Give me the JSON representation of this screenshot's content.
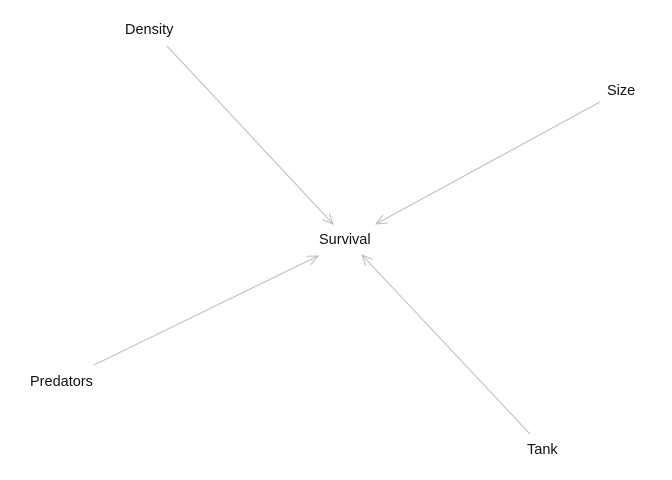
{
  "diagram": {
    "type": "directed-acyclic-graph",
    "edge_color": "#c0c0c0",
    "text_color": "#111111",
    "nodes": [
      {
        "id": "density",
        "label": "Density"
      },
      {
        "id": "size",
        "label": "Size"
      },
      {
        "id": "survival",
        "label": "Survival"
      },
      {
        "id": "predators",
        "label": "Predators"
      },
      {
        "id": "tank",
        "label": "Tank"
      }
    ],
    "edges": [
      {
        "from": "density",
        "to": "survival"
      },
      {
        "from": "size",
        "to": "survival"
      },
      {
        "from": "predators",
        "to": "survival"
      },
      {
        "from": "tank",
        "to": "survival"
      }
    ]
  }
}
